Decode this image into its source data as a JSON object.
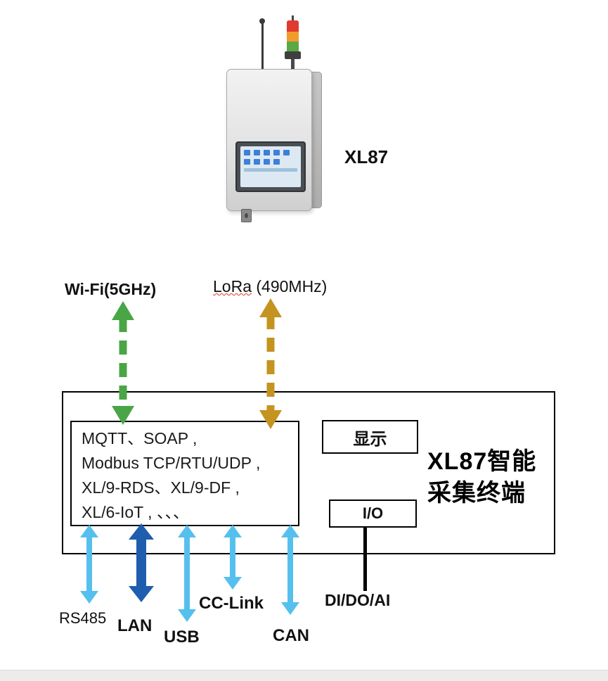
{
  "device": {
    "label": "XL87"
  },
  "wireless": {
    "wifi": "Wi-Fi(5GHz)",
    "lora_name": "LoRa",
    "lora_freq": " (490MHz)"
  },
  "terminal": {
    "protocols": [
      "MQTT、SOAP ,",
      "Modbus TCP/RTU/UDP ,",
      "XL/9-RDS、XL/9-DF ,",
      "XL/6-IoT , 、、、"
    ],
    "display": "显示",
    "io": "I/O",
    "name_line1": "XL87智能",
    "name_line2": "采集终端"
  },
  "ports": {
    "rs485": "RS485",
    "lan": "LAN",
    "usb": "USB",
    "cc_link": "CC-Link",
    "can": "CAN",
    "di_do_ai": "DI/DO/AI"
  },
  "colors": {
    "wifi_arrow": "#4aa546",
    "lora_arrow": "#c5931f",
    "port_arrow": "#55c0ee",
    "lan_arrow": "#1f5dae",
    "io_line": "#000000"
  }
}
